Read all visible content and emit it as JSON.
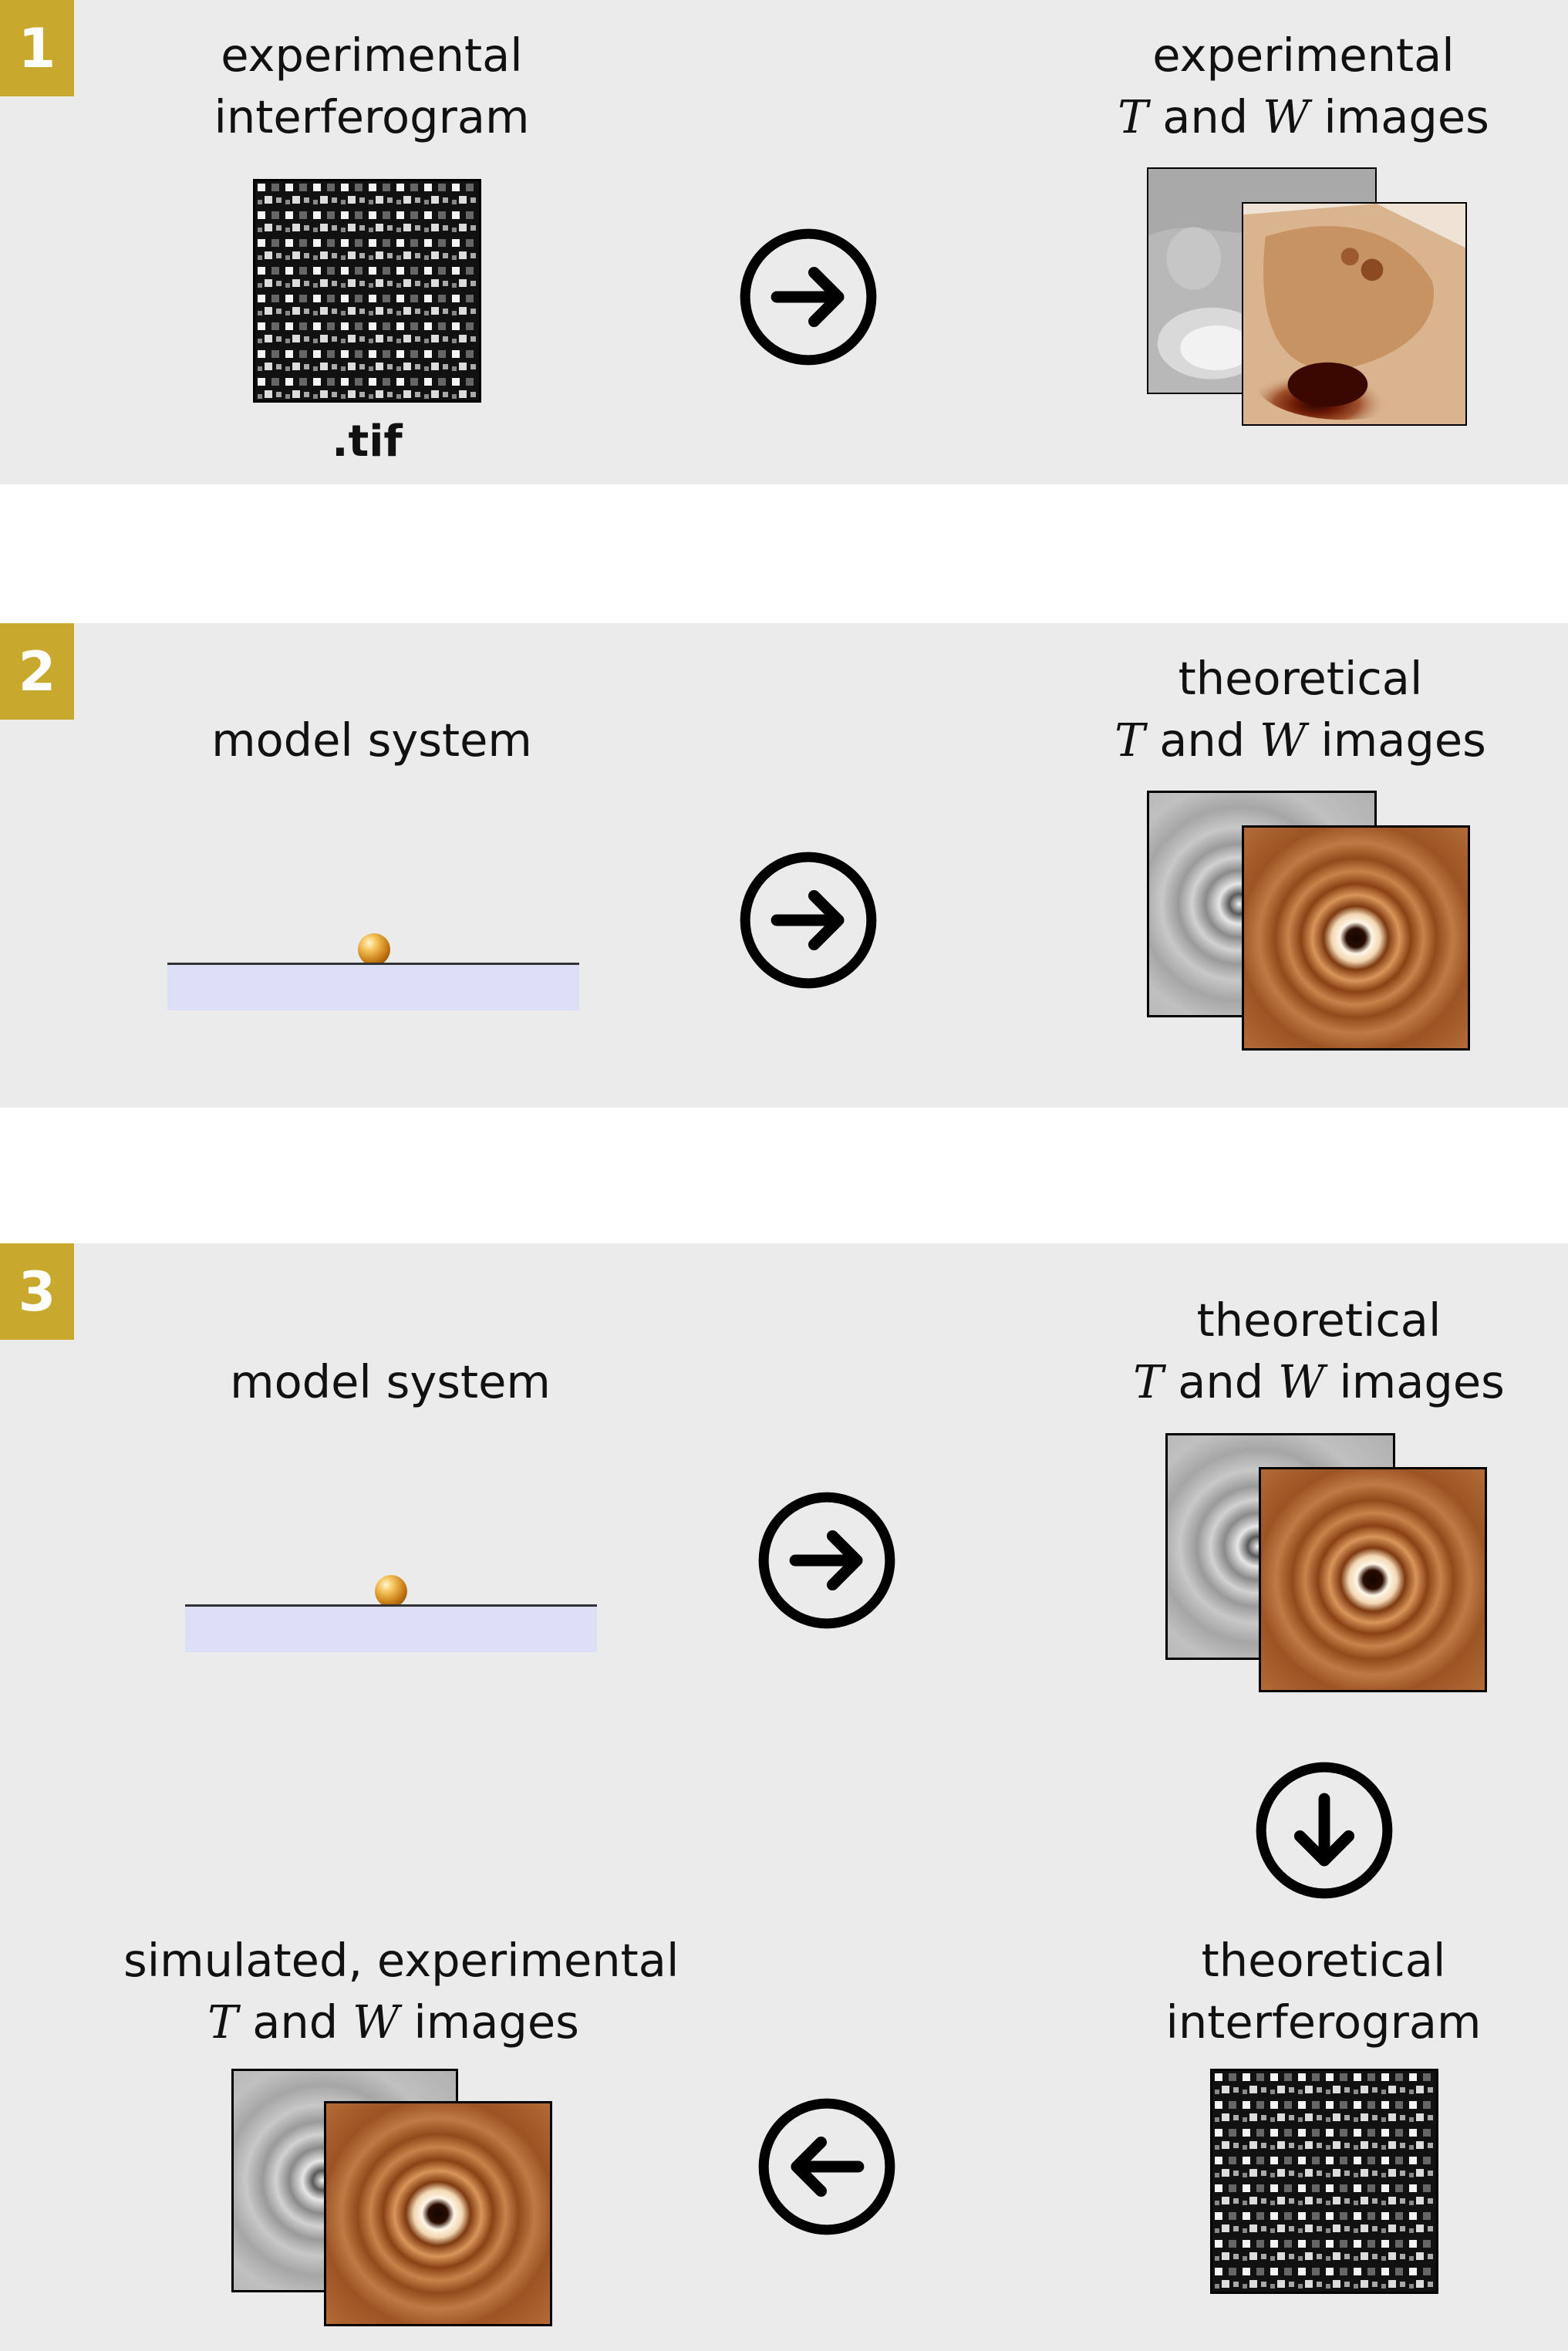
{
  "panels": [
    {
      "number": "1",
      "left_label": [
        "experimental",
        "interferogram"
      ],
      "file_ext": ".tif",
      "right_label": {
        "line1": "experimental",
        "T": "T",
        "and": "and",
        "W": "W",
        "images": "images"
      }
    },
    {
      "number": "2",
      "left_label": "model system",
      "right_label": {
        "line1": "theoretical",
        "T": "T",
        "and": "and",
        "W": "W",
        "images": "images"
      }
    },
    {
      "number": "3",
      "left_label": "model system",
      "right_label": {
        "line1": "theoretical",
        "T": "T",
        "and": "and",
        "W": "W",
        "images": "images"
      },
      "bottom_right_label": [
        "theoretical",
        "interferogram"
      ],
      "bottom_left_label": {
        "line1": "simulated, experimental",
        "T": "T",
        "and": "and",
        "W": "W",
        "images": "images"
      }
    }
  ],
  "icons": [
    "arrow-right-icon",
    "arrow-down-icon",
    "arrow-left-icon"
  ],
  "colors": {
    "panel_bg": "#ebebeb",
    "badge": "#c8a92e",
    "substrate": "#dcdff5",
    "W_image": "#b0622a"
  }
}
